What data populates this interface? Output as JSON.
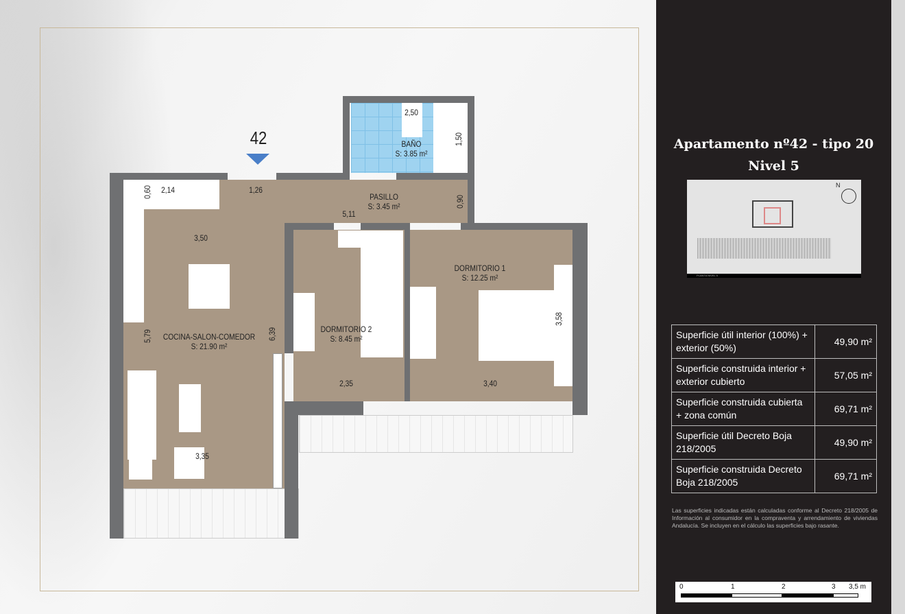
{
  "plan": {
    "unit_number": "42",
    "rooms": [
      {
        "name": "BAÑO",
        "area": "S: 3.85 m²"
      },
      {
        "name": "PASILLO",
        "area": "S: 3.45 m²"
      },
      {
        "name": "DORMITORIO 1",
        "area": "S: 12.25 m²"
      },
      {
        "name": "DORMITORIO 2",
        "area": "S: 8.45 m²"
      },
      {
        "name": "COCINA-SALON-COMEDOR",
        "area": "S: 21.90 m²"
      }
    ],
    "dimensions": {
      "bano_w": "2,50",
      "bano_h": "1,50",
      "kitchen_top": "2,14",
      "kitchen_depth": "0,60",
      "entry": "1,26",
      "pasillo_len": "5,11",
      "pasillo_w": "0,90",
      "cocina_w": "3,50",
      "cocina_h_left": "5,79",
      "cocina_h_right": "6,39",
      "cocina_bottom": "3,35",
      "dorm2_w": "2,35",
      "dorm1_w": "3,40",
      "dorm1_h": "3,58"
    },
    "marker_color": "#4a7fc8",
    "floor_color": "#a99885",
    "bath_color": "#9fd3f0"
  },
  "panel": {
    "title": "Apartamento nº42 - tipo 20",
    "level": "Nivel 5",
    "keymap_caption": "PLANTA NIVEL 5",
    "north": "N",
    "surfaces": [
      {
        "label": "Superficie útil interior (100%) + exterior (50%)",
        "value": "49,90 m²"
      },
      {
        "label": "Superficie construida interior + exterior cubierto",
        "value": "57,05 m²"
      },
      {
        "label": "Superficie construida cubierta + zona común",
        "value": "69,71 m²"
      },
      {
        "label": "Superficie útil Decreto Boja 218/2005",
        "value": "49,90 m²"
      },
      {
        "label": "Superficie construida Decreto Boja 218/2005",
        "value": "69,71 m²"
      }
    ],
    "note": "Las superficies indicadas están calculadas conforme al Decreto 218/2005 de Información al consumidor en la compraventa y arrendamiento de viviendas Andalucía. Se incluyen en el cálculo las superficies bajo rasante.",
    "scale": {
      "ticks": [
        "0",
        "1",
        "2",
        "3",
        "3,5 m"
      ]
    }
  }
}
